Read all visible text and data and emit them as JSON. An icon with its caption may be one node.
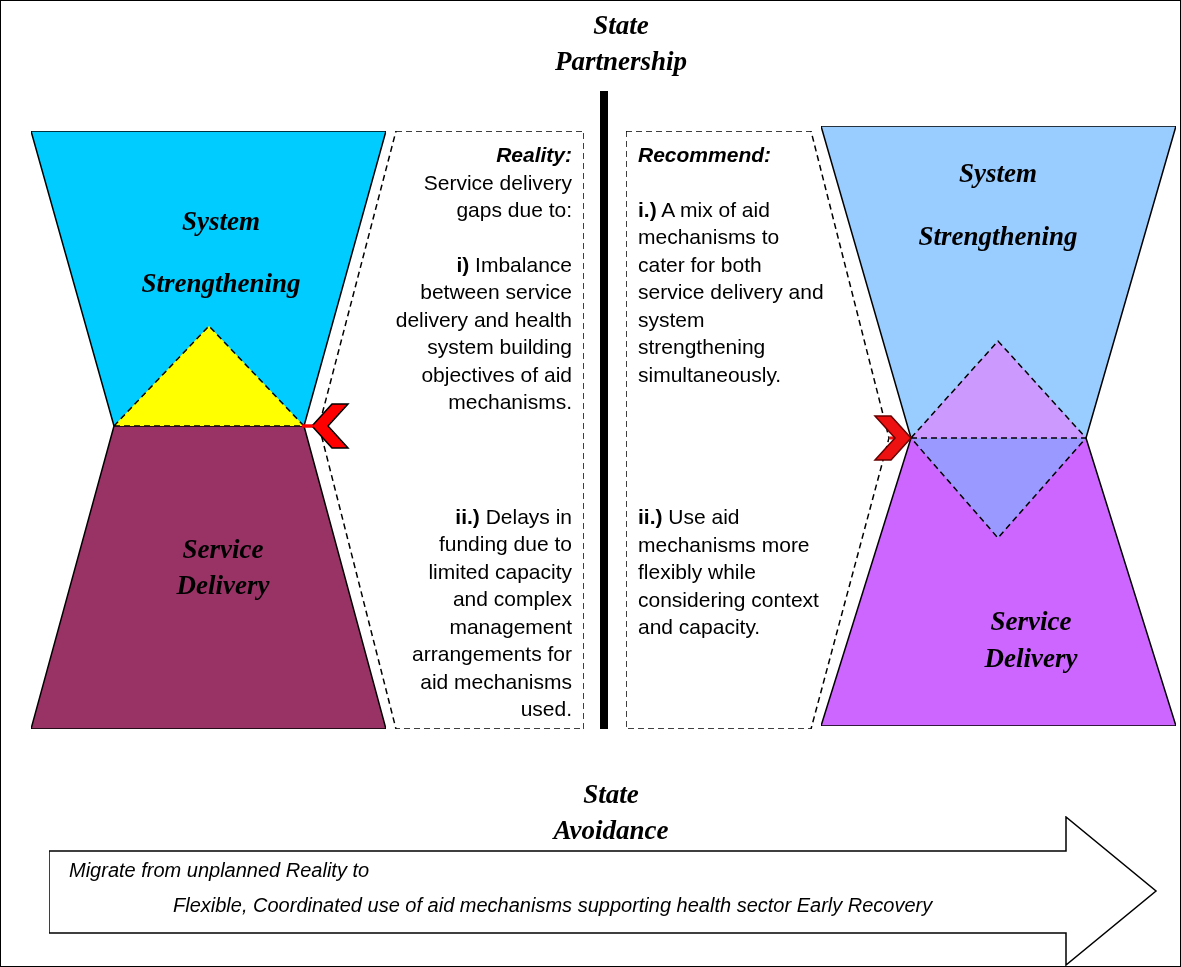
{
  "diagram": {
    "nodes": [
      {
        "text": [
          "System Strengthening"
        ]
      },
      {
        "text": [
          "Service Delivery"
        ]
      },
      {
        "text": [
          "Reality:",
          "Service delivery gaps due to:",
          "**i)** Imbalance between service delivery and health system building objectives of aid mechanisms.",
          "**ii.)** Delays in funding due to limited capacity and complex management arrangements for aid mechanisms used."
        ]
      },
      {
        "text": [
          "Recommend:",
          "**i.)** A mix of aid mechanisms to cater for both service delivery and system strengthening simultaneously.",
          "**ii.)** Use aid mechanisms more flexibly while considering context and capacity."
        ]
      },
      {
        "text": [
          "System Strengthening"
        ]
      },
      {
        "text": [
          "Service Delivery"
        ]
      },
      {
        "text": [
          "Migrate from unplanned Reality to",
          "Flexible, Coordinated use of aid mechanisms supporting health sector Early Recovery"
        ]
      }
    ],
    "edges": [
      {
        "from": 2,
        "to": 0,
        "arrow": "to"
      },
      {
        "from": 3,
        "to": 4,
        "arrow": "to"
      }
    ],
    "labels": [
      "State Partnership",
      "State Avoidance"
    ]
  }
}
